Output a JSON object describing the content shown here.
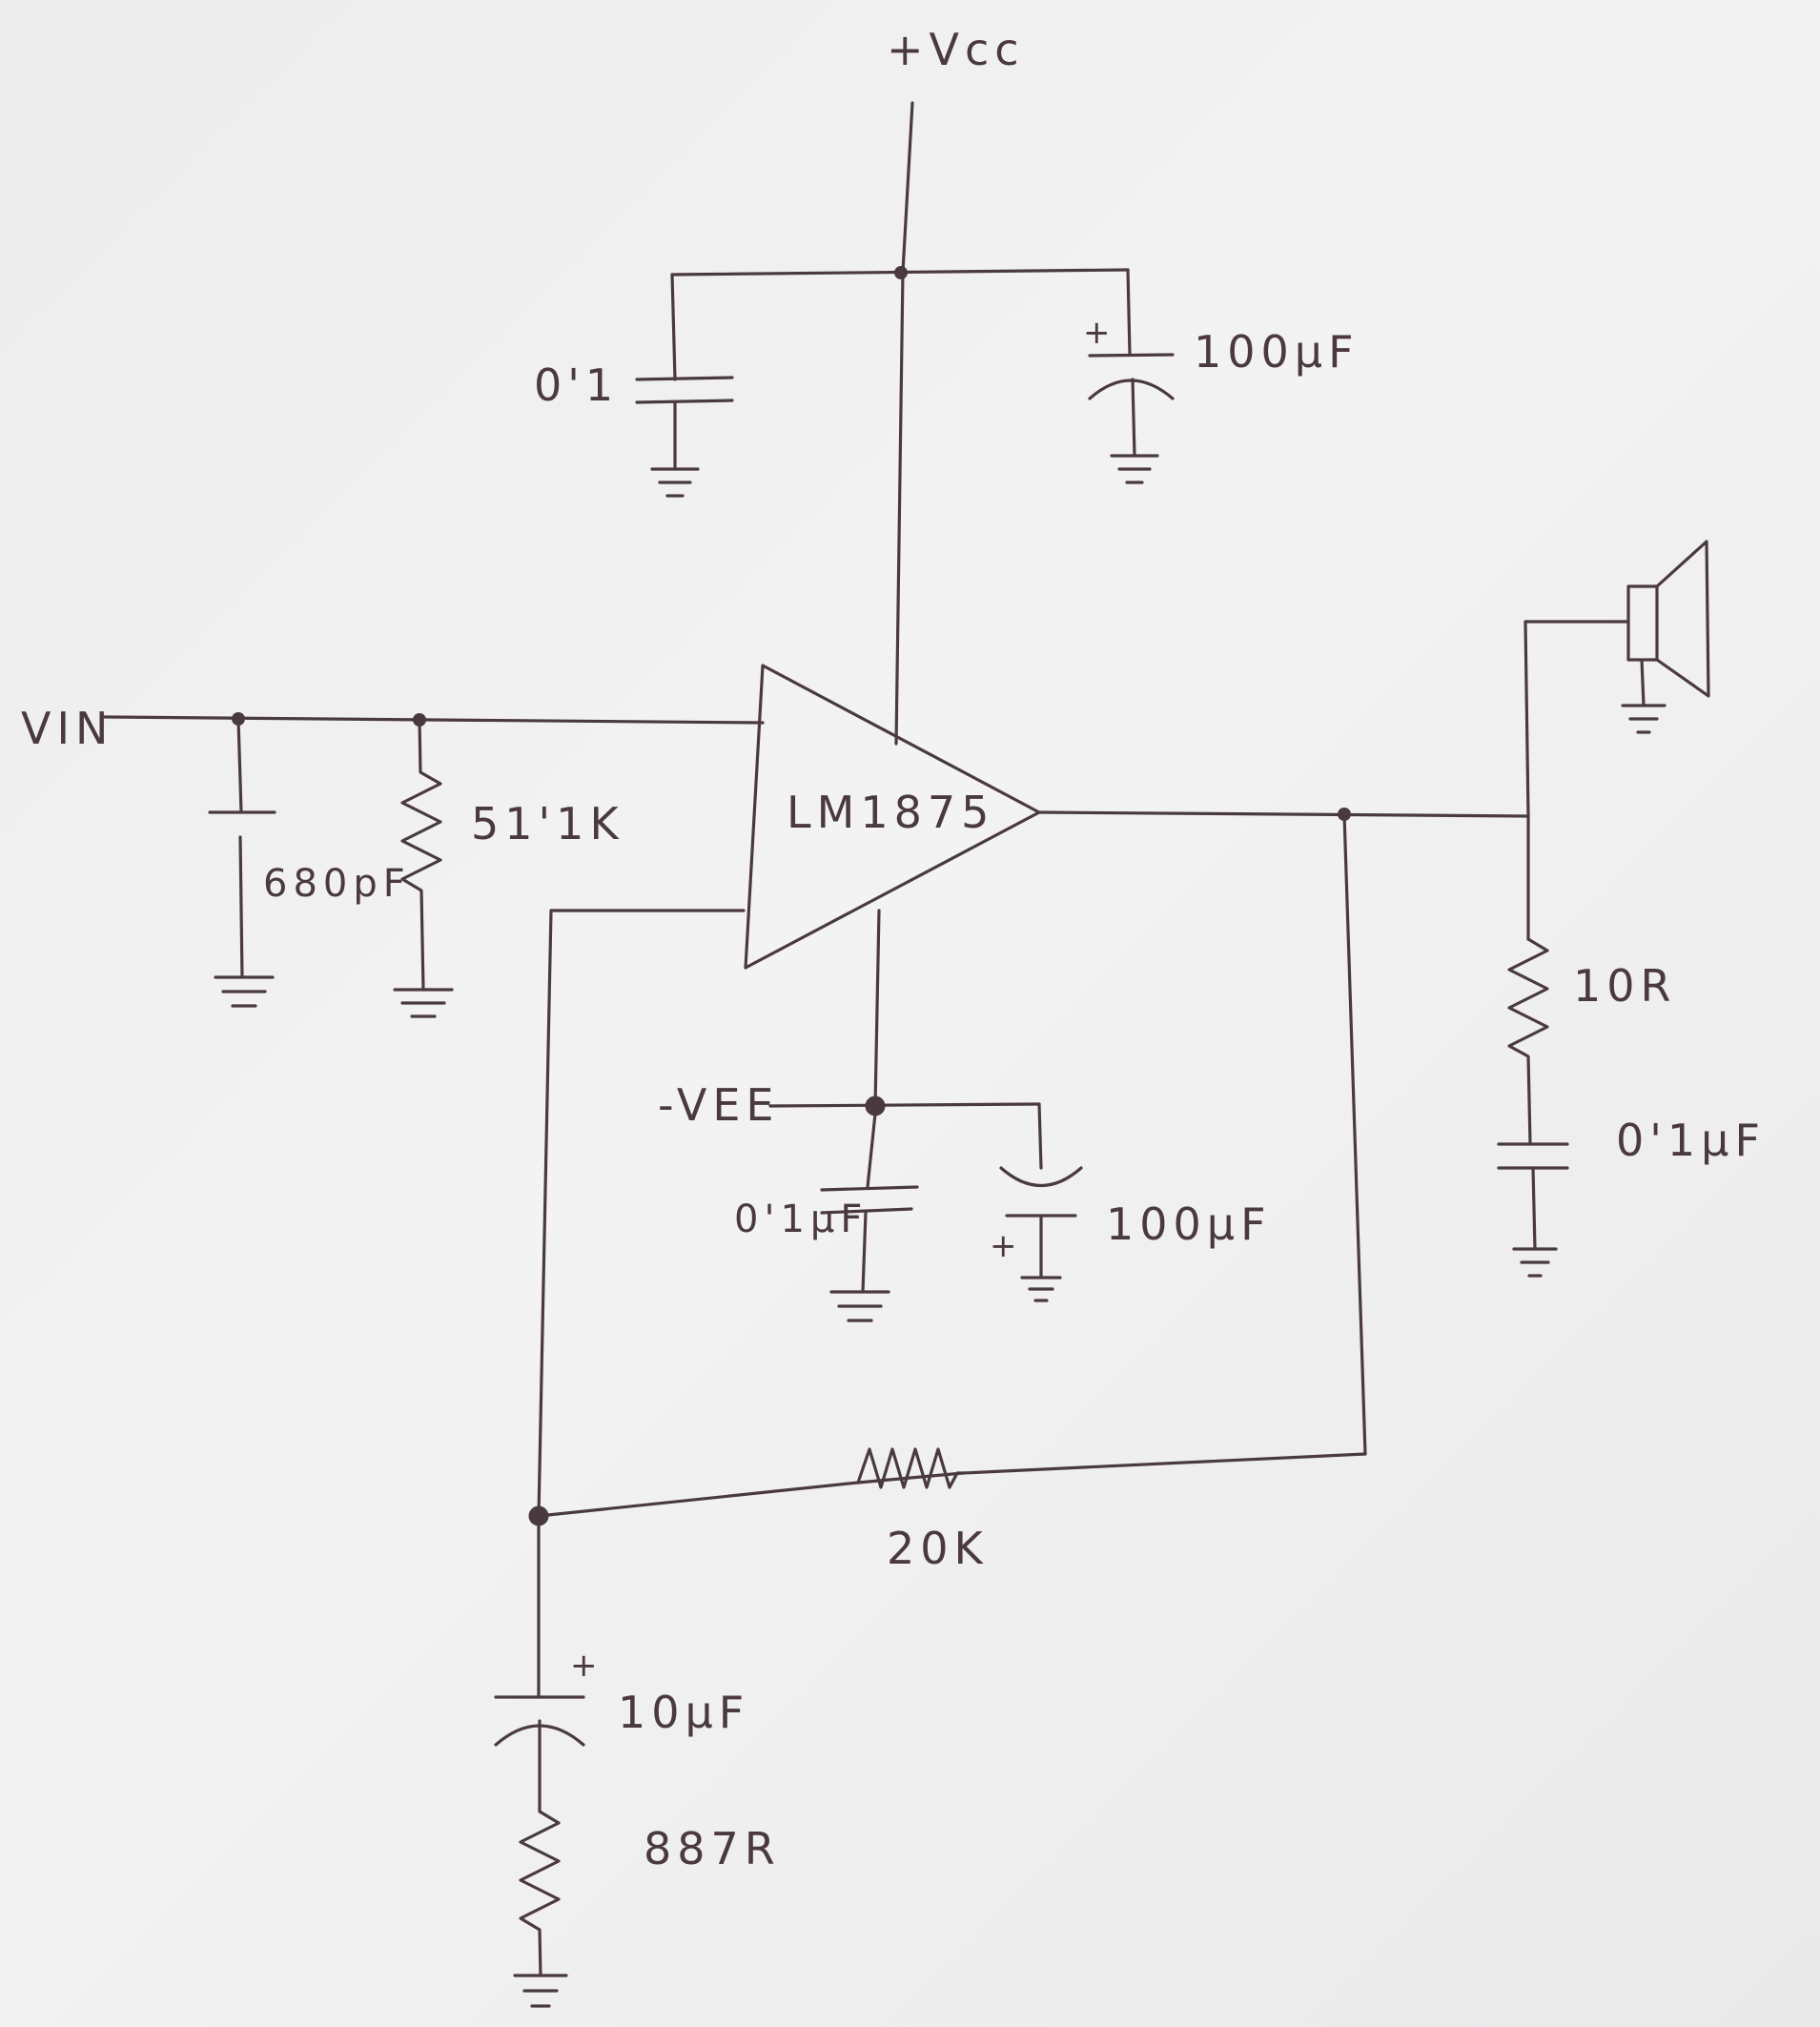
{
  "diagram": {
    "supply_pos": "+Vcc",
    "supply_neg": "-VEE",
    "input": "VIN",
    "amplifier": "LM1875",
    "labels": {
      "c_vcc_bypass": "0'1",
      "c_vcc_bulk": "100µF",
      "c_input": "680pF",
      "r_input": "51'1K",
      "c_vee_bypass": "0'1µF",
      "c_vee_bulk": "100µF",
      "r_zobel": "10R",
      "c_zobel": "0'1µF",
      "r_feedback": "20K",
      "c_fb_ground": "10µF",
      "r_fb_ground": "887R"
    },
    "polarity_mark": "+"
  },
  "colors": {
    "ink": "#4a3a40",
    "paper": "#eeeeee"
  }
}
